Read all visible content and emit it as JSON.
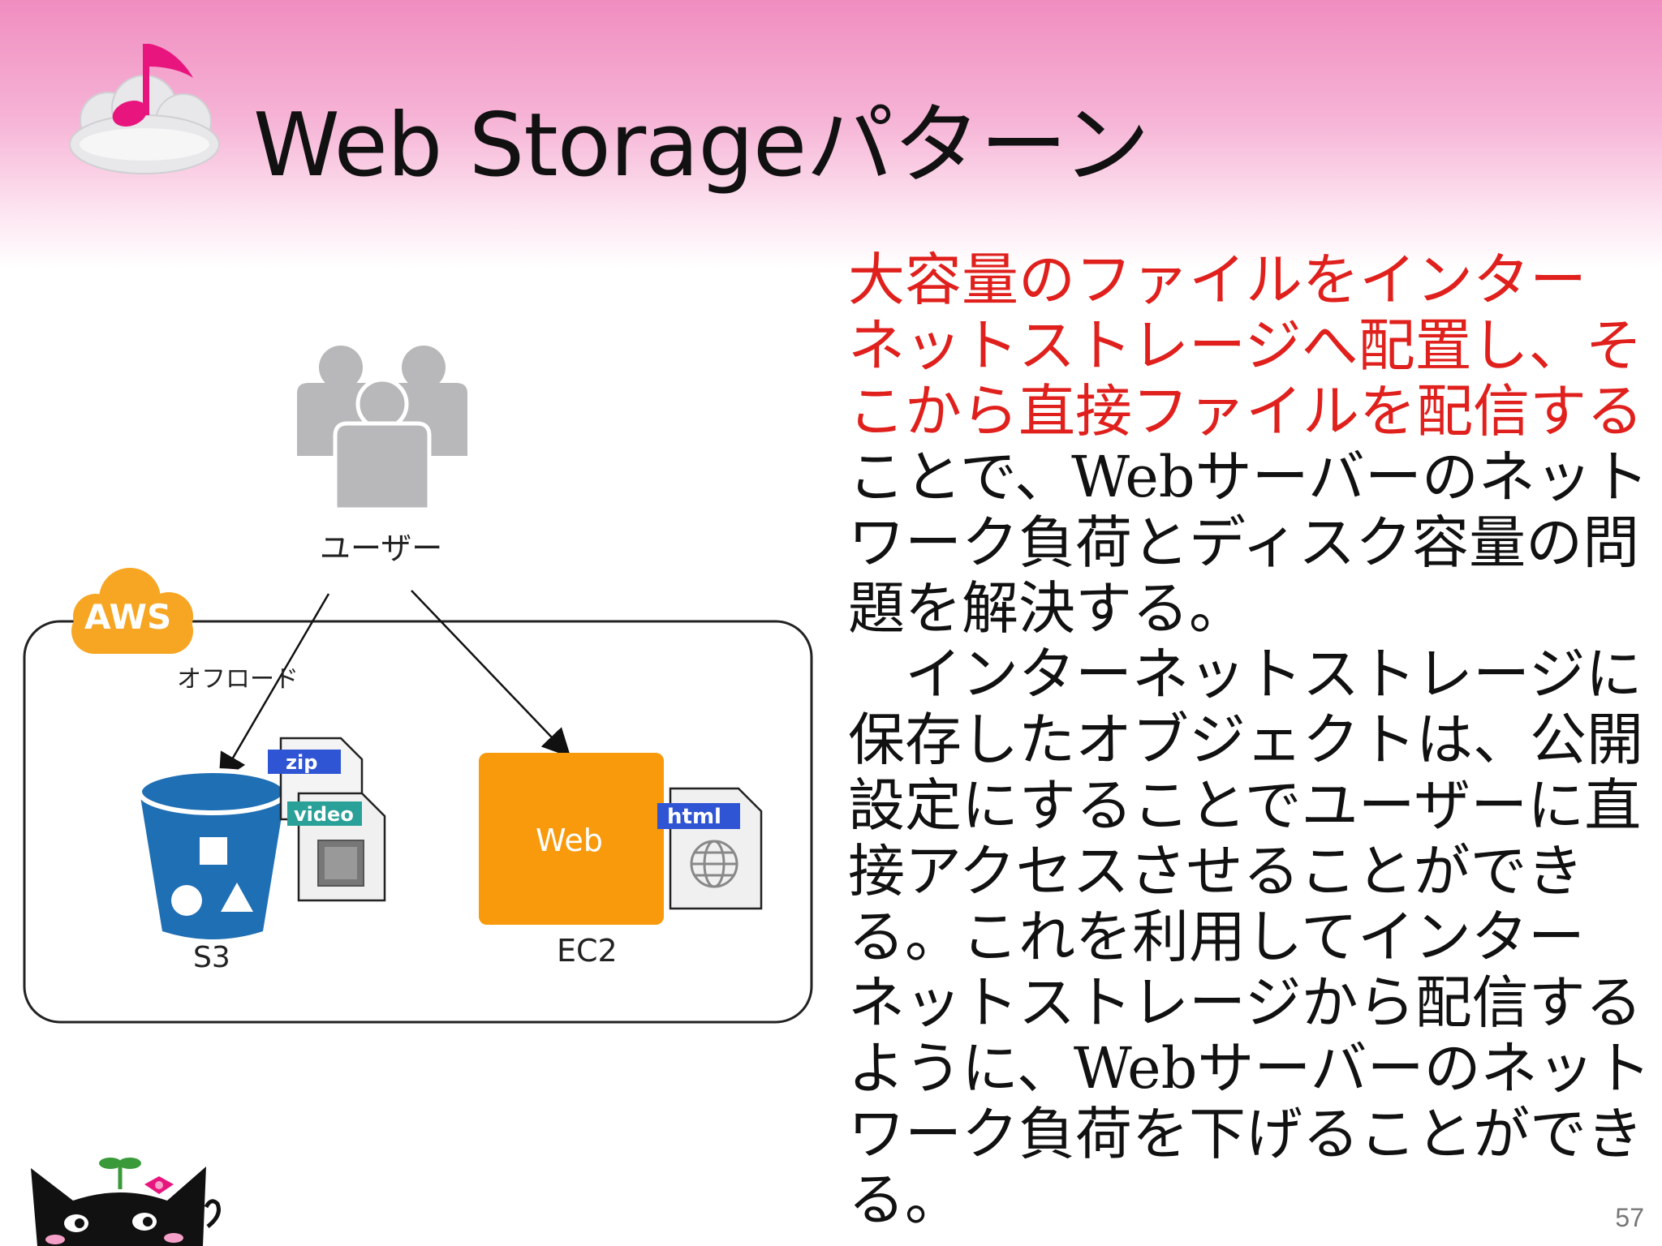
{
  "slide": {
    "title": "Web Storageパターン",
    "page_number": "57"
  },
  "body": {
    "lines": [
      {
        "text": "大容量のファイルをインター",
        "emphasis": "red"
      },
      {
        "text": "ネットストレージへ配置し、そ",
        "emphasis": "red"
      },
      {
        "text": "こから直接ファイルを配信する",
        "emphasis": "red"
      },
      {
        "text": "ことで、Webサーバーのネット",
        "emphasis": "normal"
      },
      {
        "text": "ワーク負荷とディスク容量の問",
        "emphasis": "normal"
      },
      {
        "text": "題を解決する。",
        "emphasis": "normal"
      },
      {
        "text": "　インターネットストレージに",
        "emphasis": "normal"
      },
      {
        "text": "保存したオブジェクトは、公開",
        "emphasis": "normal"
      },
      {
        "text": "設定にすることでユーザーに直",
        "emphasis": "normal"
      },
      {
        "text": "接アクセスさせることができ",
        "emphasis": "normal"
      },
      {
        "text": "る。これを利用してインター",
        "emphasis": "normal"
      },
      {
        "text": "ネットストレージから配信する",
        "emphasis": "normal"
      },
      {
        "text": "ように、Webサーバーのネット",
        "emphasis": "normal"
      },
      {
        "text": "ワーク負荷を下げることができ",
        "emphasis": "normal"
      },
      {
        "text": "る。",
        "emphasis": "normal"
      }
    ]
  },
  "diagram": {
    "users_label": "ユーザー",
    "aws_badge": "AWS",
    "offload_label": "オフロード",
    "s3_label": "S3",
    "ec2_label": "EC2",
    "web_box_label": "Web",
    "file_tags": {
      "zip": "zip",
      "video": "video",
      "html": "html"
    }
  },
  "colors": {
    "header_pink": "#f08dc0",
    "emphasis_red": "#e0201c",
    "s3_blue": "#1f6fb4",
    "ec2_orange": "#f89a0c",
    "aws_orange": "#f6a623",
    "tag_blue": "#2f55d4",
    "tag_teal": "#2aa198"
  },
  "icons": [
    "music-note-cloud-logo",
    "users-group-icon",
    "aws-cloud-icon",
    "s3-bucket-icon",
    "zip-file-icon",
    "video-file-icon",
    "html-file-icon",
    "globe-icon",
    "black-cat-mascot"
  ]
}
